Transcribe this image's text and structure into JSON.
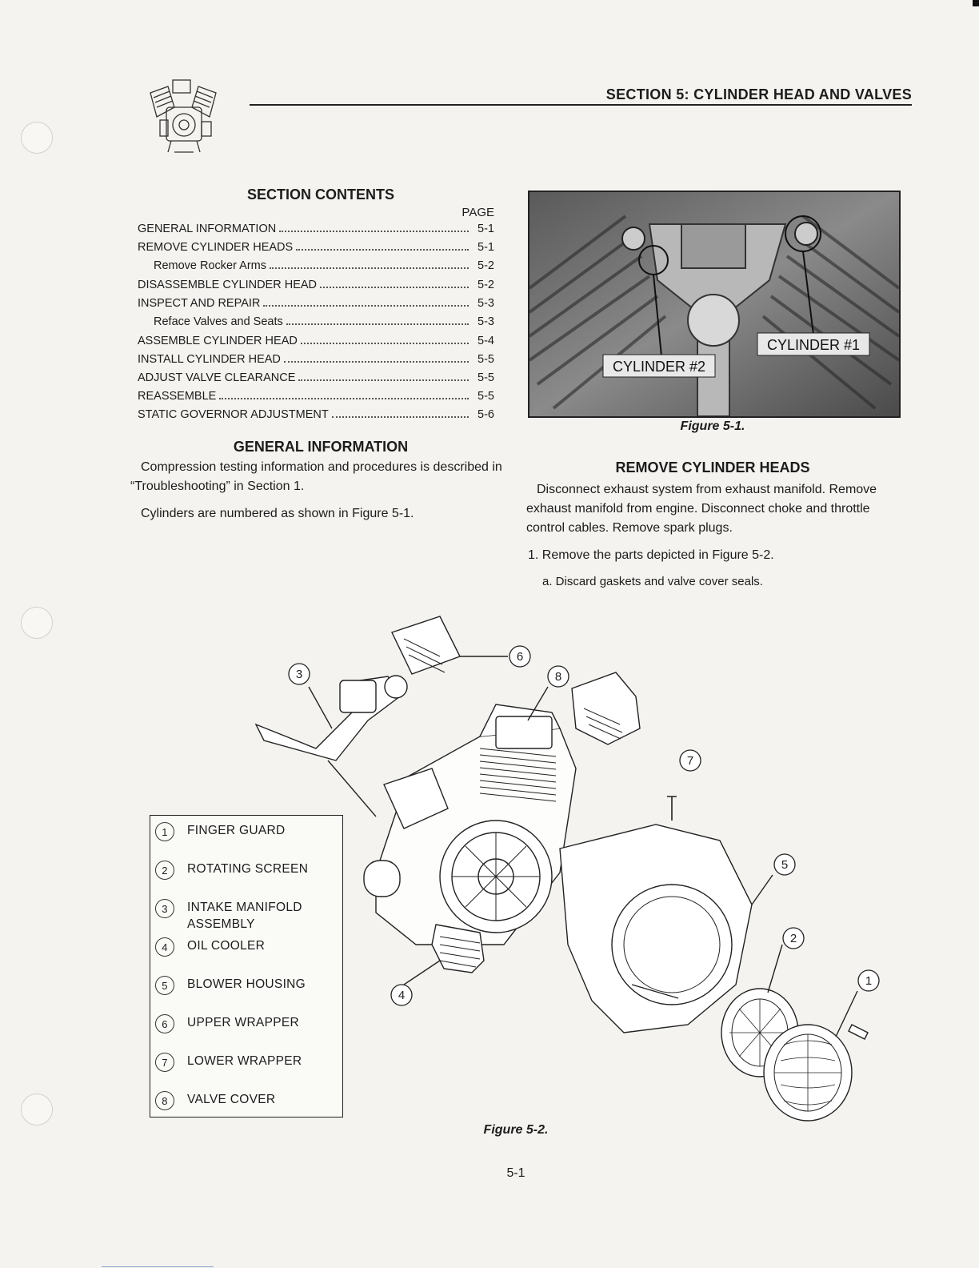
{
  "header": {
    "section_title": "SECTION 5: CYLINDER HEAD AND VALVES"
  },
  "contents": {
    "title": "SECTION CONTENTS",
    "page_label": "PAGE",
    "items": [
      {
        "label": "GENERAL INFORMATION",
        "page": "5-1",
        "sub": false
      },
      {
        "label": "REMOVE CYLINDER HEADS",
        "page": "5-1",
        "sub": false
      },
      {
        "label": "Remove Rocker Arms",
        "page": "5-2",
        "sub": true
      },
      {
        "label": "DISASSEMBLE CYLINDER HEAD",
        "page": "5-2",
        "sub": false
      },
      {
        "label": "INSPECT AND REPAIR",
        "page": "5-3",
        "sub": false
      },
      {
        "label": "Reface Valves and Seats",
        "page": "5-3",
        "sub": true
      },
      {
        "label": "ASSEMBLE CYLINDER HEAD",
        "page": "5-4",
        "sub": false
      },
      {
        "label": "INSTALL CYLINDER HEAD",
        "page": "5-5",
        "sub": false
      },
      {
        "label": "ADJUST VALVE CLEARANCE",
        "page": "5-5",
        "sub": false
      },
      {
        "label": "REASSEMBLE",
        "page": "5-5",
        "sub": false
      },
      {
        "label": "STATIC GOVERNOR ADJUSTMENT",
        "page": "5-6",
        "sub": false
      }
    ]
  },
  "general_information": {
    "title": "GENERAL INFORMATION",
    "p1": "Compression testing information and procedures is described in “Troubleshooting” in Section 1.",
    "p2": "Cylinders are numbered as shown in Figure 5-1."
  },
  "figure1": {
    "caption": "Figure 5-1.",
    "label_cyl1": "CYLINDER #1",
    "label_cyl2": "CYLINDER #2"
  },
  "remove_cylinder_heads": {
    "title": "REMOVE CYLINDER HEADS",
    "p1": "Disconnect exhaust system from exhaust manifold. Remove exhaust manifold from engine. Disconnect choke and throttle control cables. Remove spark plugs.",
    "step1": "1.   Remove the parts depicted in Figure 5-2.",
    "step1a": "a. Discard gaskets and valve cover seals."
  },
  "figure2": {
    "caption": "Figure 5-2.",
    "callouts": [
      "1",
      "2",
      "3",
      "4",
      "5",
      "6",
      "7",
      "8"
    ],
    "legend": [
      {
        "num": "1",
        "label": "FINGER GUARD"
      },
      {
        "num": "2",
        "label": "ROTATING SCREEN"
      },
      {
        "num": "3",
        "label": "INTAKE MANIFOLD ASSEMBLY"
      },
      {
        "num": "4",
        "label": "OIL COOLER"
      },
      {
        "num": "5",
        "label": "BLOWER HOUSING"
      },
      {
        "num": "6",
        "label": "UPPER WRAPPER"
      },
      {
        "num": "7",
        "label": "LOWER WRAPPER"
      },
      {
        "num": "8",
        "label": "VALVE COVER"
      }
    ]
  },
  "footer": {
    "page_number": "5-1"
  }
}
